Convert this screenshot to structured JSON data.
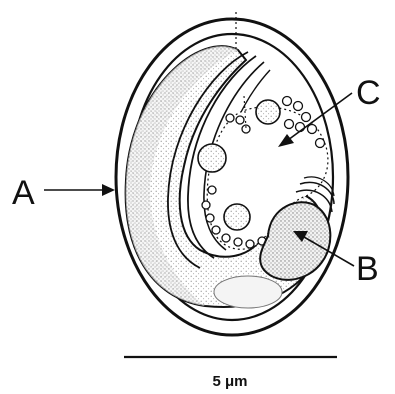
{
  "labels": {
    "a": "A",
    "b": "B",
    "c": "C"
  },
  "scale_bar": {
    "text": "5 μm"
  },
  "colors": {
    "ink": "#111111",
    "stipple": "#9a9a9a",
    "background": "#ffffff"
  }
}
